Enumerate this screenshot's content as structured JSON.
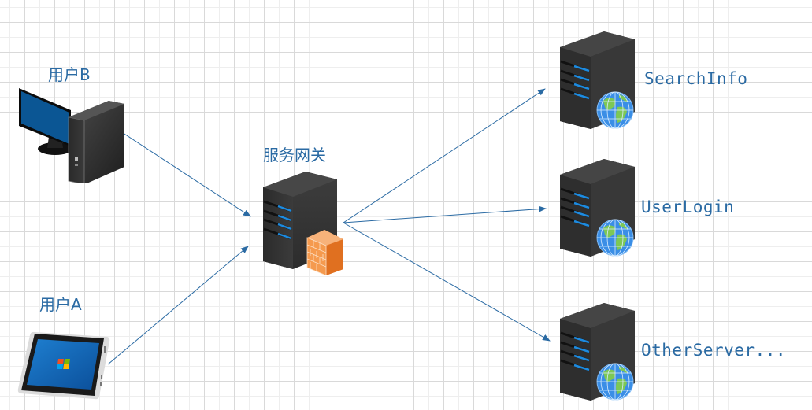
{
  "diagram": {
    "type": "network-architecture",
    "line_color": "#2a6aa3",
    "nodes": [
      {
        "id": "user-b",
        "label": "用户B",
        "icon": "desktop-computer-icon"
      },
      {
        "id": "user-a",
        "label": "用户A",
        "icon": "tablet-icon"
      },
      {
        "id": "gateway",
        "label": "服务网关",
        "icon": "server-firewall-icon"
      },
      {
        "id": "search-info",
        "label": "SearchInfo",
        "icon": "server-globe-icon"
      },
      {
        "id": "user-login",
        "label": "UserLogin",
        "icon": "server-globe-icon"
      },
      {
        "id": "other-server",
        "label": "OtherServer...",
        "icon": "server-globe-icon"
      }
    ],
    "edges": [
      {
        "from": "user-b",
        "to": "gateway"
      },
      {
        "from": "user-a",
        "to": "gateway"
      },
      {
        "from": "gateway",
        "to": "search-info"
      },
      {
        "from": "gateway",
        "to": "user-login"
      },
      {
        "from": "gateway",
        "to": "other-server"
      }
    ]
  }
}
